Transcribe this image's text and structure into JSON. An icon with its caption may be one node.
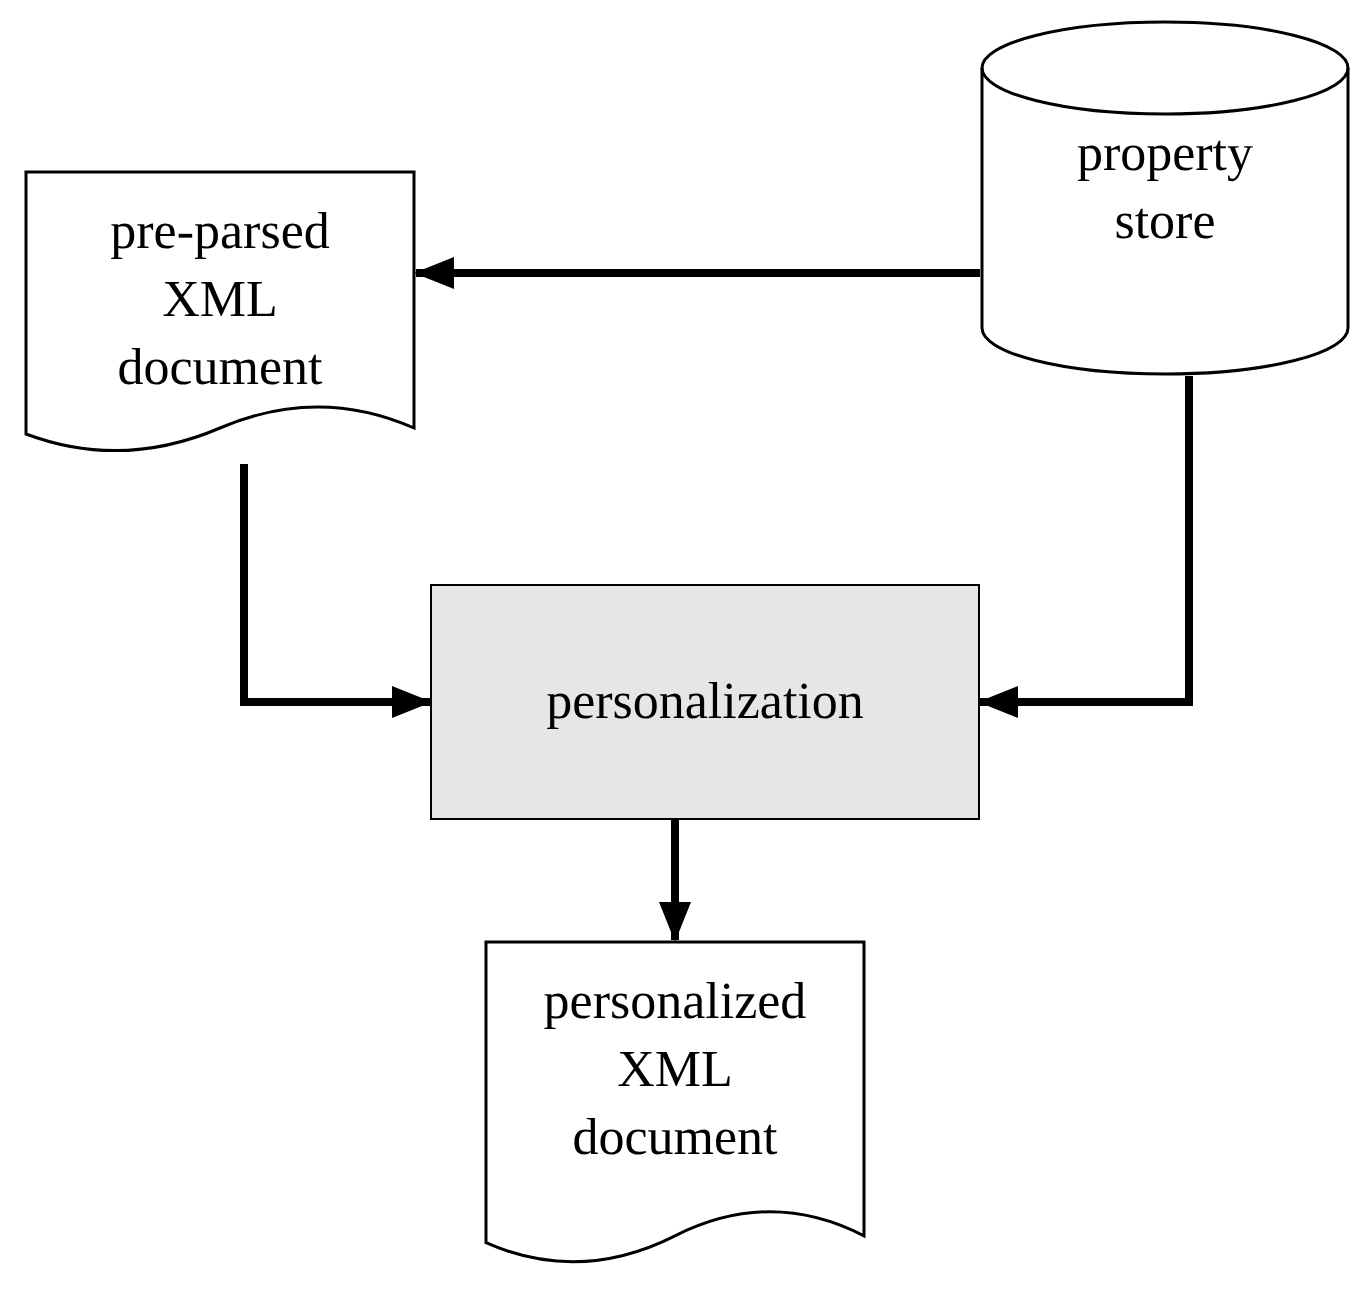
{
  "diagram": {
    "nodes": [
      {
        "text": [
          "pre-parsed XML document"
        ]
      },
      {
        "text": [
          "property store"
        ]
      },
      {
        "text": [
          "personalization"
        ]
      },
      {
        "text": [
          "personalized XML document"
        ]
      }
    ],
    "edges": [
      {
        "from": 1,
        "to": 0,
        "arrow": "to"
      },
      {
        "from": 0,
        "to": 2,
        "arrow": "to"
      },
      {
        "from": 1,
        "to": 2,
        "arrow": "to"
      },
      {
        "from": 2,
        "to": 3,
        "arrow": "to"
      }
    ]
  }
}
